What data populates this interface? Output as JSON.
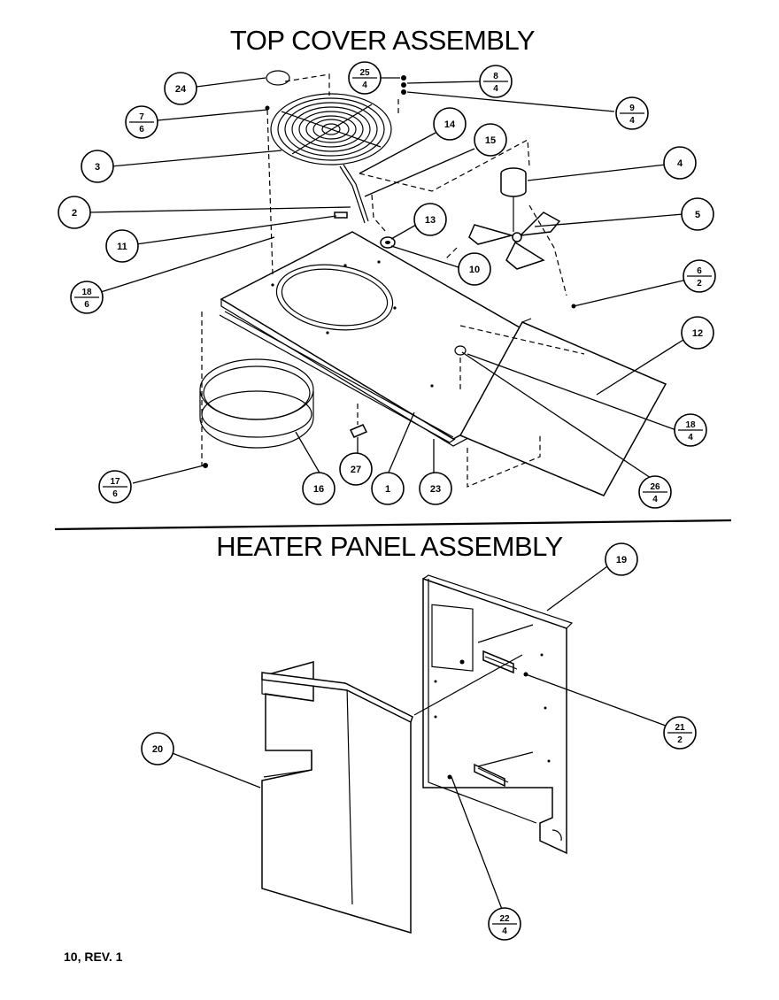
{
  "titles": {
    "top": "TOP COVER ASSEMBLY",
    "bottom": "HEATER PANEL ASSEMBLY"
  },
  "footer": "10, REV. 1",
  "callouts": {
    "c1": "1",
    "c2": "2",
    "c3": "3",
    "c4": "4",
    "c5": "5",
    "c10": "10",
    "c11": "11",
    "c12": "12",
    "c13": "13",
    "c14": "14",
    "c15": "15",
    "c16": "16",
    "c19": "19",
    "c20": "20",
    "c23": "23",
    "c24": "24",
    "c27": "27"
  },
  "fraction_callouts": {
    "f25": {
      "top": "25",
      "bottom": "4"
    },
    "f8": {
      "top": "8",
      "bottom": "4"
    },
    "f9": {
      "top": "9",
      "bottom": "4"
    },
    "f7": {
      "top": "7",
      "bottom": "6"
    },
    "f18a": {
      "top": "18",
      "bottom": "6"
    },
    "f6": {
      "top": "6",
      "bottom": "2"
    },
    "f18b": {
      "top": "18",
      "bottom": "4"
    },
    "f17": {
      "top": "17",
      "bottom": "6"
    },
    "f26": {
      "top": "26",
      "bottom": "4"
    },
    "f21": {
      "top": "21",
      "bottom": "2"
    },
    "f22": {
      "top": "22",
      "bottom": "4"
    }
  }
}
